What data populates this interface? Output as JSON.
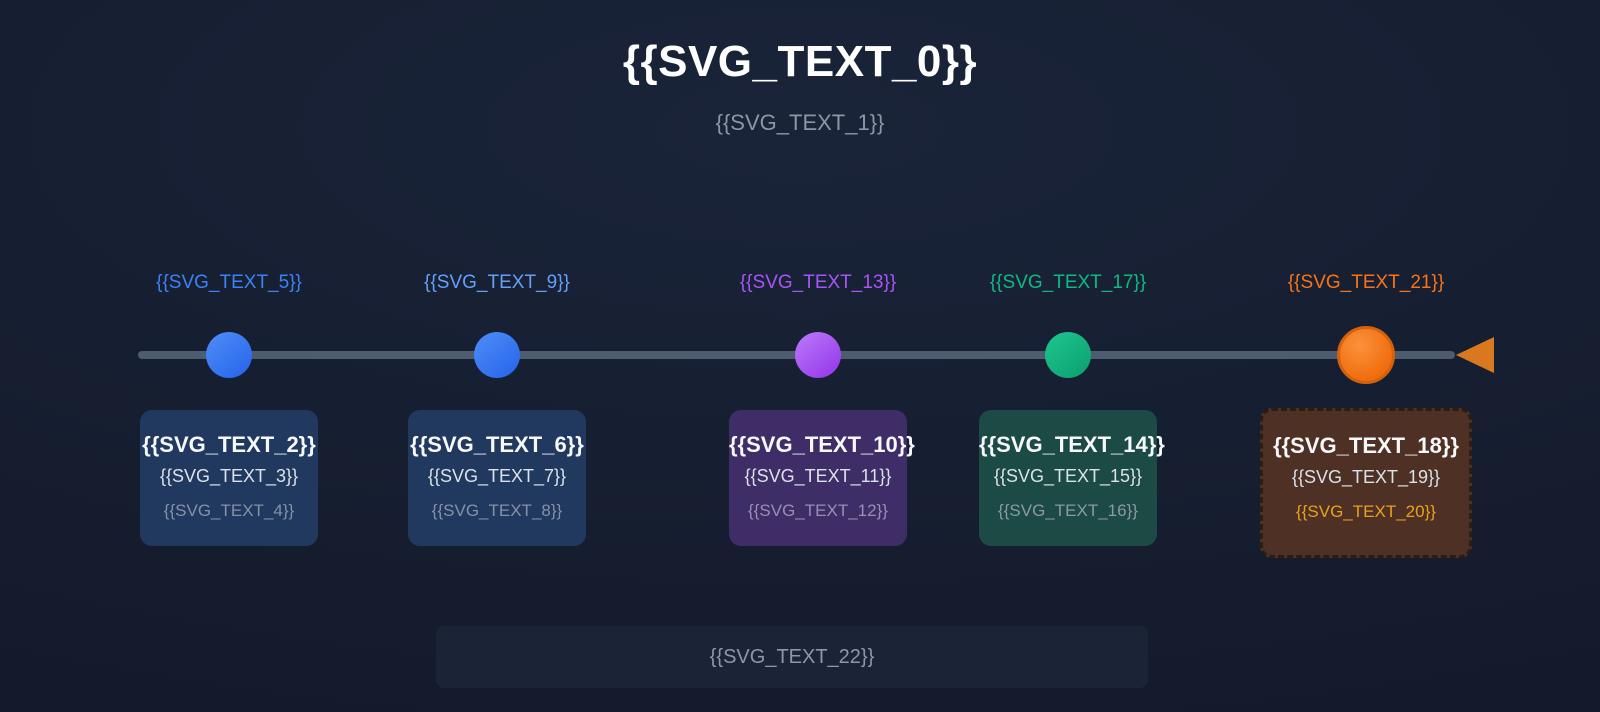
{
  "palette": {
    "title_color": "#ffffff",
    "subtitle_color": "#8b96a7",
    "track_color": "#4d5c6f",
    "arrow_color": "#d9781f",
    "card_title_color": "#f6f8fa",
    "card_line2_color": "#dbe2e9",
    "footer_bg": "#1b2336",
    "footer_text": "#8c98a9"
  },
  "header": {
    "title": "{{SVG_TEXT_0}}",
    "subtitle": "{{SVG_TEXT_1}}"
  },
  "milestones": [
    {
      "label": "{{SVG_TEXT_5}}",
      "card": {
        "title": "{{SVG_TEXT_2}}",
        "line2": "{{SVG_TEXT_3}}",
        "line3": "{{SVG_TEXT_4}}"
      },
      "colors": {
        "label": "#3b82f6",
        "dot_from": "#4f8ef7",
        "dot_to": "#2563eb",
        "card_bg": "#21395f",
        "line3": "#8492a4"
      }
    },
    {
      "label": "{{SVG_TEXT_9}}",
      "card": {
        "title": "{{SVG_TEXT_6}}",
        "line2": "{{SVG_TEXT_7}}",
        "line3": "{{SVG_TEXT_8}}"
      },
      "colors": {
        "label": "#64a0f8",
        "dot_from": "#4f8ef7",
        "dot_to": "#2563eb",
        "card_bg": "#21395f",
        "line3": "#8492a4"
      }
    },
    {
      "label": "{{SVG_TEXT_13}}",
      "card": {
        "title": "{{SVG_TEXT_10}}",
        "line2": "{{SVG_TEXT_11}}",
        "line3": "{{SVG_TEXT_12}}"
      },
      "colors": {
        "label": "#a855f7",
        "dot_from": "#bb7bfa",
        "dot_to": "#9333ea",
        "card_bg": "#3e2d67",
        "line3": "#998fb4"
      }
    },
    {
      "label": "{{SVG_TEXT_17}}",
      "card": {
        "title": "{{SVG_TEXT_14}}",
        "line2": "{{SVG_TEXT_15}}",
        "line3": "{{SVG_TEXT_16}}"
      },
      "colors": {
        "label": "#10b981",
        "dot_from": "#1fc68f",
        "dot_to": "#0a9f6e",
        "card_bg": "#1c4a44",
        "line3": "#8d99a4"
      }
    },
    {
      "label": "{{SVG_TEXT_21}}",
      "card": {
        "title": "{{SVG_TEXT_18}}",
        "line2": "{{SVG_TEXT_19}}",
        "line3": "{{SVG_TEXT_20}}"
      },
      "colors": {
        "label": "#f97316",
        "dot_from": "#fb923c",
        "dot_to": "#f0690a",
        "dot_border": "#d4620c",
        "card_bg": "#4e3124",
        "card_border": "#2a1d15",
        "line3": "#e9a21b"
      }
    }
  ],
  "footer": {
    "note": "{{SVG_TEXT_22}}"
  }
}
